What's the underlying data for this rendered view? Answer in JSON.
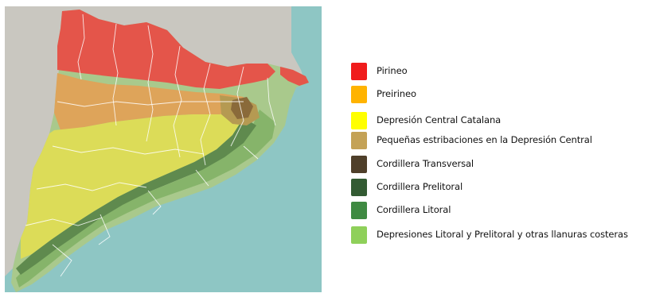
{
  "colors": {
    "sea": "#8ec6c4",
    "land_outside": "#c9c7c0",
    "pirineo_map": "#e4554a",
    "preirineo_map": "#dea45a",
    "depresion_map": "#dcdc58",
    "estribaciones_map": "#b59a52",
    "transversal_map": "#8a6a3a",
    "prelitoral_map": "#5f8a4e",
    "litoral_map": "#86b46a",
    "llanuras_map": "#a9c98c",
    "boundary": "#ffffff"
  },
  "legend": {
    "items": [
      {
        "label": "Pirineo",
        "color": "#f01c1c"
      },
      {
        "label": "Preirineo",
        "color": "#ffb300"
      },
      {
        "label": "Depresión Central Catalana",
        "color": "#ffff00"
      },
      {
        "label": "Pequeñas estribaciones en la Depresión Central",
        "color": "#c4a256"
      },
      {
        "label": "Cordillera Transversal",
        "color": "#4f3f2a"
      },
      {
        "label": "Cordillera Prelitoral",
        "color": "#335b33"
      },
      {
        "label": "Cordillera  Litoral",
        "color": "#3f8a42"
      },
      {
        "label": "Depresiones Litoral y Prelitoral y otras  llanuras costeras",
        "color": "#8fd05a"
      }
    ]
  }
}
